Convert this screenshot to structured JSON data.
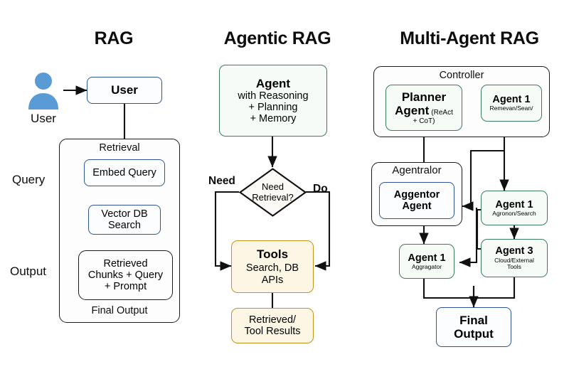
{
  "figure": {
    "background": "#ffffff",
    "colors": {
      "blue_border": "#2f5596",
      "green_border": "#3c7d60",
      "orange_border": "#c8921f",
      "orange_fill": "#fdf6e4",
      "black_border": "#1a1a1a",
      "person_icon": "#5b9bd5"
    }
  },
  "columns": [
    {
      "id": "rag",
      "title": "RAG"
    },
    {
      "id": "agentic_rag",
      "title": "Agentic RAG"
    },
    {
      "id": "multi_agent_rag",
      "title": "Multi-Agent RAG"
    }
  ],
  "rag": {
    "person_label": "User",
    "person_icon": "user-avatar-icon",
    "user_box": "User",
    "side_labels": {
      "query": "Query",
      "output": "Output"
    },
    "retrieval_group_label": "Retrieval",
    "embed_query": "Embed Query",
    "vector_db": {
      "line1": "Vector DB",
      "line2": "Search"
    },
    "retrieved": {
      "line1": "Retrieved",
      "line2": "Chunks + Query",
      "line3": "+ Prompt"
    },
    "final_output_label": "Final Output"
  },
  "agentic_rag": {
    "agent": {
      "title": "Agent",
      "line1": "with Reasoning",
      "line2": "+ Planning",
      "line3": "+ Memory"
    },
    "decision": {
      "line1": "Need",
      "line2": "Retrieval?"
    },
    "edge_left": "Need",
    "edge_right": "Do",
    "tools": {
      "title": "Tools",
      "line1": "Search, DB",
      "line2": "APIs"
    },
    "results": {
      "line1": "Retrieved/",
      "line2": "Tool Results"
    }
  },
  "multi_agent_rag": {
    "controller_label": "Controller",
    "planner": {
      "title": "Planner",
      "line1": "Agent",
      "paren1": "(ReAct",
      "paren2": "+ CoT)"
    },
    "agent_top": {
      "title": "Agent 1",
      "sub": "Remevan/Sean/"
    },
    "orchestrator_label": "Agentralor",
    "orchestrator_agent": {
      "line1": "Aggentor",
      "line2": "Agent"
    },
    "agent_search": {
      "title": "Agent 1",
      "sub": "Agronon/Search"
    },
    "agent_tools": {
      "title": "Agent 3",
      "sub1": "Cloud/External",
      "sub2": "Tools"
    },
    "aggregator": {
      "title": "Agent 1",
      "sub": "Aggragator"
    },
    "final_output": {
      "line1": "Final",
      "line2": "Output"
    }
  }
}
